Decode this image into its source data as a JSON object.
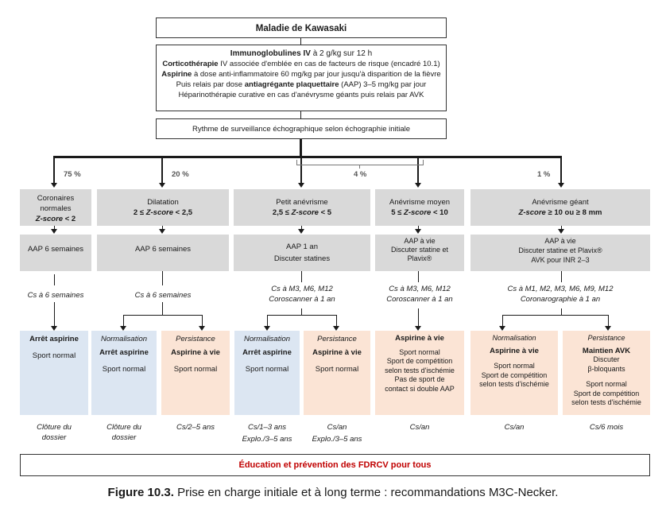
{
  "title": "Maladie de Kawasaki",
  "treatment": {
    "line1_bold": "Immunoglobulines IV",
    "line1_rest": " à 2 g/kg sur 12 h",
    "line2_bold": "Corticothérapie",
    "line2_rest": " IV associée d'emblée en cas de facteurs de risque (encadré 10.1)",
    "line3_bold": "Aspirine",
    "line3_rest": " à dose anti-inflammatoire 60 mg/kg par jour jusqu'à disparition de la fièvre",
    "line4_pre": "Puis relais par dose ",
    "line4_bold": "antiagrégante plaquettaire",
    "line4_rest": " (AAP)  3–5 mg/kg par jour",
    "line5": "Héparinothérapie curative en cas d'anévrysme géants puis relais par AVK"
  },
  "surveillance": "Rythme de surveillance échographique selon échographie initiale",
  "percentages": {
    "p1": "75 %",
    "p2": "20 %",
    "p3": "4 %",
    "p4": "1 %"
  },
  "categories": {
    "c1": {
      "line1": "Coronaires normales",
      "zscore": "Z-score < 2"
    },
    "c2": {
      "line1": "Dilatation",
      "zscore": "2 ≤ Z-score < 2,5"
    },
    "c3": {
      "line1": "Petit anévrisme",
      "zscore": "2,5 ≤ Z-score < 5"
    },
    "c4": {
      "line1": "Anévrisme moyen",
      "zscore": "5 ≤ Z-score < 10"
    },
    "c5": {
      "line1": "Anévrisme géant",
      "zscore": "Z-score ≥ 10 ou ≥ 8 mm"
    }
  },
  "treatments": {
    "t1": "AAP 6 semaines",
    "t2": "AAP 6 semaines",
    "t3a": "AAP 1 an",
    "t3b": "Discuter statines",
    "t4a": "AAP à vie",
    "t4b": "Discuter statine et Plavix®",
    "t5a": "AAP à vie",
    "t5b": "Discuter statine et Plavix®",
    "t5c": "AVK pour INR 2–3"
  },
  "controls": {
    "k1": "Cs à 6 semaines",
    "k2": "Cs à 6 semaines",
    "k3a": "Cs à M3, M6, M12",
    "k3b": "Coroscanner à 1 an",
    "k4a": "Cs à M3, M6, M12",
    "k4b": "Coroscanner à 1 an",
    "k5a": "Cs à M1, M2, M3, M6, M9, M12",
    "k5b": "Coronarographie à 1 an"
  },
  "outcomes": {
    "o1": {
      "head": "Arrêt aspirine",
      "body": "Sport normal",
      "follow1": "Clôture du",
      "follow2": "dossier"
    },
    "o2": {
      "italic": "Normalisation",
      "head": "Arrêt aspirine",
      "body": "Sport normal",
      "follow1": "Clôture du",
      "follow2": "dossier"
    },
    "o3": {
      "italic": "Persistance",
      "head": "Aspirine à vie",
      "body": "Sport normal",
      "follow1": "Cs/2–5 ans"
    },
    "o4": {
      "italic": "Normalisation",
      "head": "Arrêt aspirine",
      "body": "Sport normal",
      "follow1": "Cs/1–3 ans",
      "follow2": "Explo./3–5 ans"
    },
    "o5": {
      "italic": "Persistance",
      "head": "Aspirine à vie",
      "body": "Sport normal",
      "follow1": "Cs/an",
      "follow2": "Explo./3–5 ans"
    },
    "o6": {
      "head": "Aspirine à vie",
      "body1": "Sport normal",
      "body2": "Sport de compétition",
      "body3": "selon tests d'ischémie",
      "body4": "Pas de sport de",
      "body5": "contact si double AAP",
      "follow1": "Cs/an"
    },
    "o7": {
      "italic": "Normalisation",
      "head": "Aspirine à vie",
      "body1": "Sport normal",
      "body2": "Sport de compétition",
      "body3": "selon tests d'ischémie",
      "follow1": "Cs/an"
    },
    "o8": {
      "italic": "Persistance",
      "head": "Maintien AVK",
      "body1": "Discuter",
      "body2": "β-bloquants",
      "body3": "Sport normal",
      "body4": "Sport de compétition",
      "body5": "selon tests d'ischémie",
      "follow1": "Cs/6 mois"
    }
  },
  "education": "Éducation et prévention des FDRCV pour tous",
  "caption_bold": "Figure 10.3.",
  "caption_rest": " Prise en charge initiale et à long terme : recommandations M3C-Necker.",
  "colors": {
    "gray": "#d9d9d9",
    "blue": "#dce6f2",
    "peach": "#fbe4d5",
    "red": "#c00000"
  }
}
